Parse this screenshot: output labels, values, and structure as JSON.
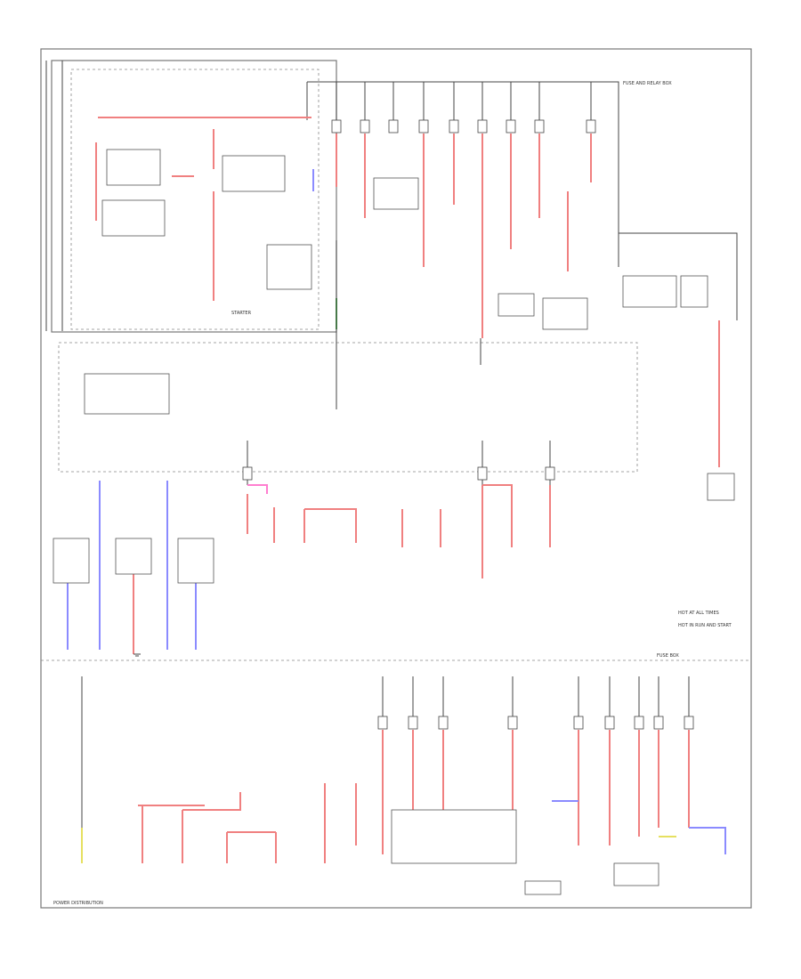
{
  "diagram": {
    "labels": {
      "relay_left": "STARTER",
      "legend_a": "HOT AT ALL TIMES",
      "legend_b": "HOT IN RUN AND START",
      "top_right_note": "FUSE AND RELAY BOX",
      "right_panel": "FUSE BOX",
      "footer": "POWER DISTRIBUTION"
    },
    "colors": {
      "red": "#f08080",
      "blue": "#8b8bff",
      "green": "#4caf50",
      "pink": "#ff7fd0",
      "yellow": "#e6e060"
    }
  }
}
